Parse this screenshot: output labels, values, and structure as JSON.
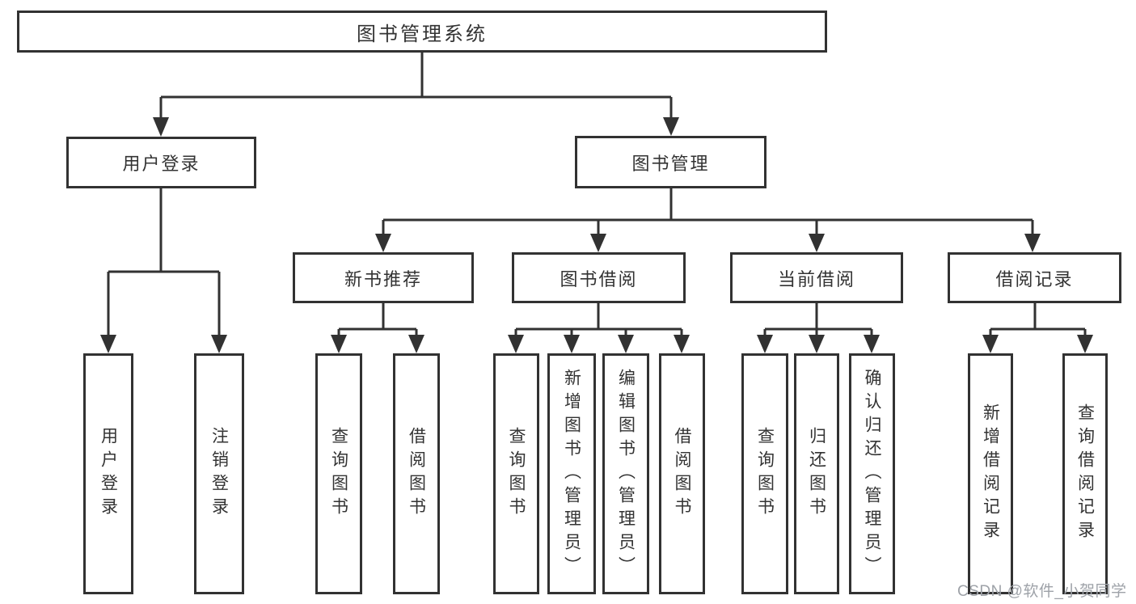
{
  "tree": {
    "label": "图书管理系统",
    "children": [
      {
        "label": "用户登录",
        "children": [
          {
            "label": "用户登录"
          },
          {
            "label": "注销登录"
          }
        ]
      },
      {
        "label": "图书管理",
        "children": [
          {
            "label": "新书推荐",
            "children": [
              {
                "label": "查询图书"
              },
              {
                "label": "借阅图书"
              }
            ]
          },
          {
            "label": "图书借阅",
            "children": [
              {
                "label": "查询图书"
              },
              {
                "label": "新增图书（管理员）"
              },
              {
                "label": "编辑图书（管理员）"
              },
              {
                "label": "借阅图书"
              }
            ]
          },
          {
            "label": "当前借阅",
            "children": [
              {
                "label": "查询图书"
              },
              {
                "label": "归还图书"
              },
              {
                "label": "确认归还（管理员）"
              }
            ]
          },
          {
            "label": "借阅记录",
            "children": [
              {
                "label": "新增借阅记录"
              },
              {
                "label": "查询借阅记录"
              }
            ]
          }
        ]
      }
    ]
  },
  "watermark": {
    "text": "CSDN @软件_小贺同学"
  },
  "colors": {
    "line": "#323232",
    "text": "#333333",
    "box_fill": "#ffffff",
    "background": "#ffffff",
    "watermark": "#9ea2a8"
  }
}
